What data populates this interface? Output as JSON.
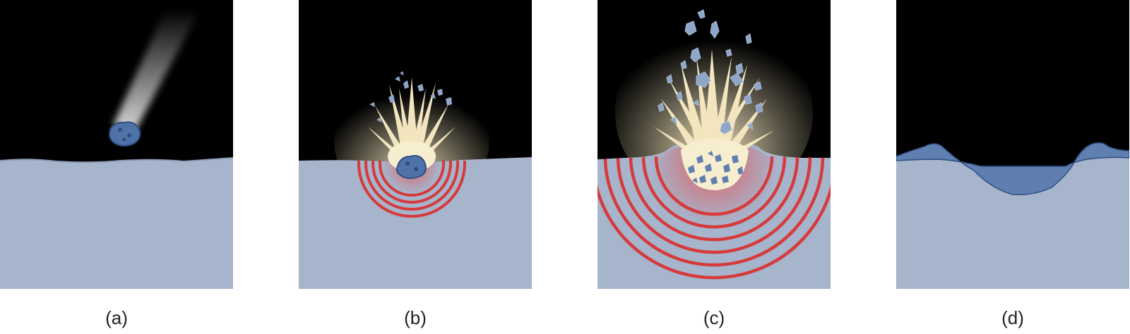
{
  "figure": {
    "captions": [
      "(a)",
      "(b)",
      "(c)",
      "(d)"
    ]
  },
  "colors": {
    "sky": "#000000",
    "ground": "#a6b4cc",
    "ground_edge": "#8e9cb6",
    "meteorite": "#4f72a8",
    "meteorite_dark": "#2f4f82",
    "debris": "#8fa6c8",
    "shock_wave": "#d63a3a",
    "flash": "#f3e6bf",
    "crater_fill": "#5f7fb0"
  }
}
